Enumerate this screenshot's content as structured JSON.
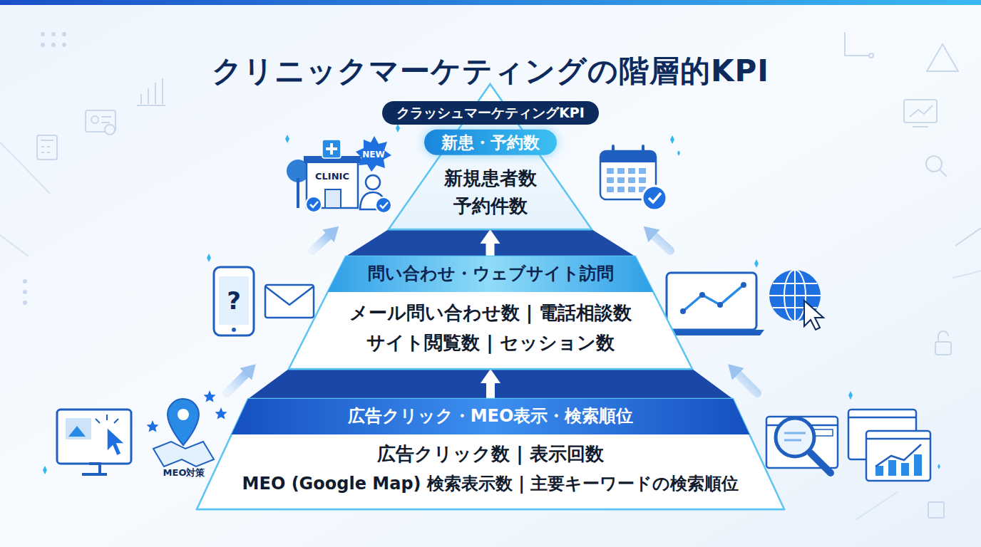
{
  "diagram": {
    "title": "クリニックマーケティングの階層的KPI",
    "nodes": [
      {
        "text": [
          "クラッシュマーケティングKPI"
        ]
      },
      {
        "text": [
          "新患・予約数",
          "新規患者数",
          "予約件数"
        ]
      },
      {
        "text": [
          "問い合わせ・ウェブサイト訪問",
          "メール問い合わせ数 | 電話相談数",
          "サイト閲覧数 | セッション数"
        ]
      },
      {
        "text": [
          "広告クリック・MEO表示・検索順位",
          "広告クリック数 | 表示回数",
          "MEO (Google Map) 検索表示数 | 主要キーワードの検索順位"
        ]
      }
    ],
    "edges": [
      {
        "from": 3,
        "to": 2,
        "arrow": "to"
      },
      {
        "from": 2,
        "to": 1,
        "arrow": "to"
      }
    ],
    "labels": [
      "CLINIC",
      "NEW",
      "?",
      "MEO対策"
    ]
  }
}
